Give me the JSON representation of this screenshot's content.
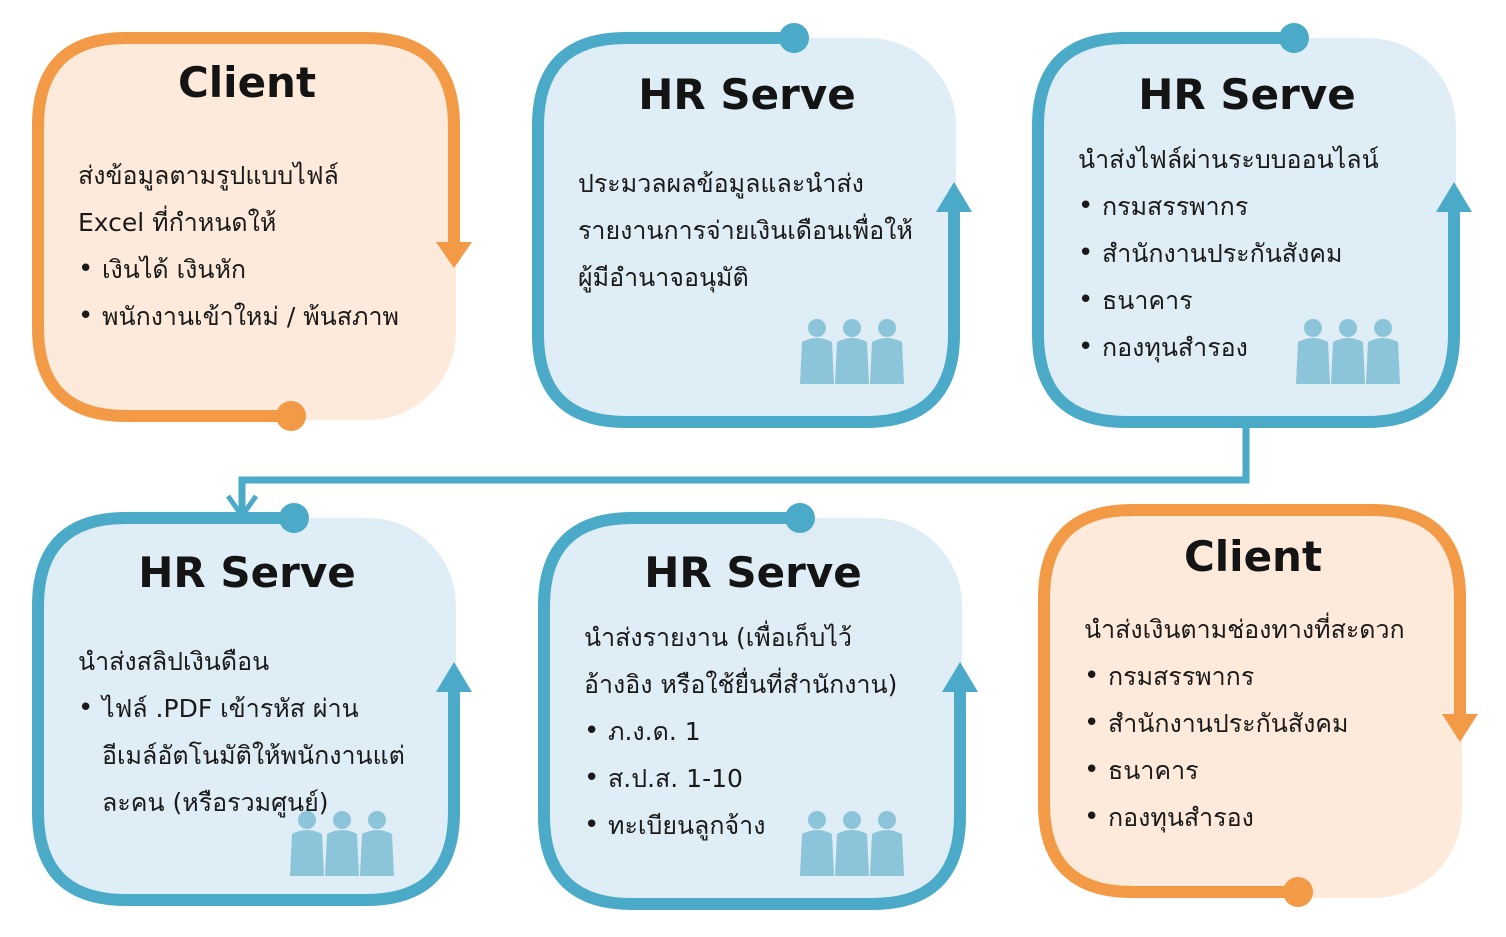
{
  "colors": {
    "client_border": "#f39a47",
    "client_fill": "#fdeadb",
    "hr_border": "#4aaac7",
    "hr_fill": "#deedf6",
    "people_icon": "#8cc4d9"
  },
  "cards": [
    {
      "title": "Client",
      "intro": [
        "ส่งข้อมูลตามรูปแบบไฟล์",
        "Excel ที่กำหนดให้"
      ],
      "bullets": [
        "เงินได้ เงินหัก",
        "พนักงานเข้าใหม่ / พ้นสภาพ"
      ]
    },
    {
      "title": "HR Serve",
      "intro": [
        "ประมวลผลข้อมูลและนำส่ง",
        "รายงานการจ่ายเงินเดือนเพื่อให้",
        "ผู้มีอำนาจอนุมัติ"
      ],
      "bullets": [],
      "icon": "people-icon"
    },
    {
      "title": "HR Serve",
      "intro": [
        "นำส่งไฟล์ผ่านระบบออนไลน์"
      ],
      "bullets": [
        "กรมสรรพากร",
        "สำนักงานประกันสังคม",
        "ธนาคาร",
        "กองทุนสำรอง"
      ],
      "icon": "people-icon"
    },
    {
      "title": "HR Serve",
      "intro": [
        "นำส่งสลิปเงินดือน"
      ],
      "bullets": [
        "ไฟล์ .PDF เข้ารหัส ผ่าน อีเมล์อัตโนมัติให้พนักงานแต่ ละคน (หรือรวมศูนย์)"
      ],
      "icon": "people-icon"
    },
    {
      "title": "HR Serve",
      "intro": [
        "นำส่งรายงาน (เพื่อเก็บไว้",
        "อ้างอิง หรือใช้ยื่นที่สำนักงาน)"
      ],
      "bullets": [
        "ภ.ง.ด. 1",
        "ส.ป.ส. 1-10",
        "ทะเบียนลูกจ้าง"
      ],
      "icon": "people-icon"
    },
    {
      "title": "Client",
      "intro": [
        "นำส่งเงินตามช่องทางที่สะดวก"
      ],
      "bullets": [
        "กรมสรรพากร",
        "สำนักงานประกันสังคม",
        "ธนาคาร",
        "กองทุนสำรอง"
      ]
    }
  ]
}
